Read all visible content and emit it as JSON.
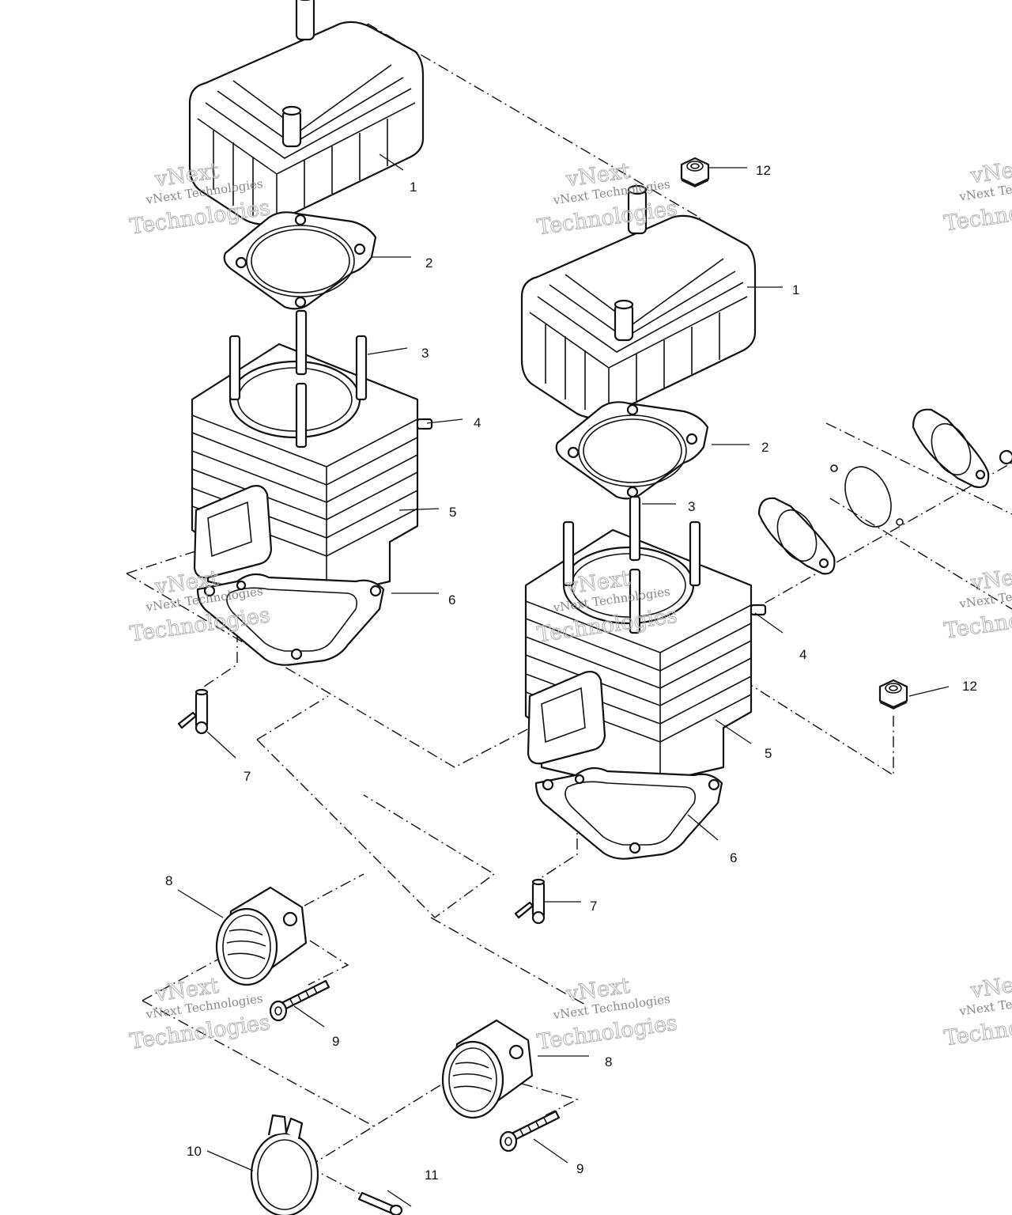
{
  "watermark": {
    "line1": "vNext Technologies",
    "line2": "Technologies",
    "line3": "vNext"
  },
  "callouts": [
    {
      "id": "c1a",
      "text": "1"
    },
    {
      "id": "c2a",
      "text": "2"
    },
    {
      "id": "c3a",
      "text": "3"
    },
    {
      "id": "c4a",
      "text": "4"
    },
    {
      "id": "c5a",
      "text": "5"
    },
    {
      "id": "c6a",
      "text": "6"
    },
    {
      "id": "c7a",
      "text": "7"
    },
    {
      "id": "c12a",
      "text": "12"
    },
    {
      "id": "c1b",
      "text": "1"
    },
    {
      "id": "c2b",
      "text": "2"
    },
    {
      "id": "c3b",
      "text": "3"
    },
    {
      "id": "c4b",
      "text": "4"
    },
    {
      "id": "c5b",
      "text": "5"
    },
    {
      "id": "c6b",
      "text": "6"
    },
    {
      "id": "c7b",
      "text": "7"
    },
    {
      "id": "c12b",
      "text": "12"
    },
    {
      "id": "c8a",
      "text": "8"
    },
    {
      "id": "c9a",
      "text": "9"
    },
    {
      "id": "c8b",
      "text": "8"
    },
    {
      "id": "c9b",
      "text": "9"
    },
    {
      "id": "c10",
      "text": "10"
    },
    {
      "id": "c11",
      "text": "11"
    }
  ]
}
